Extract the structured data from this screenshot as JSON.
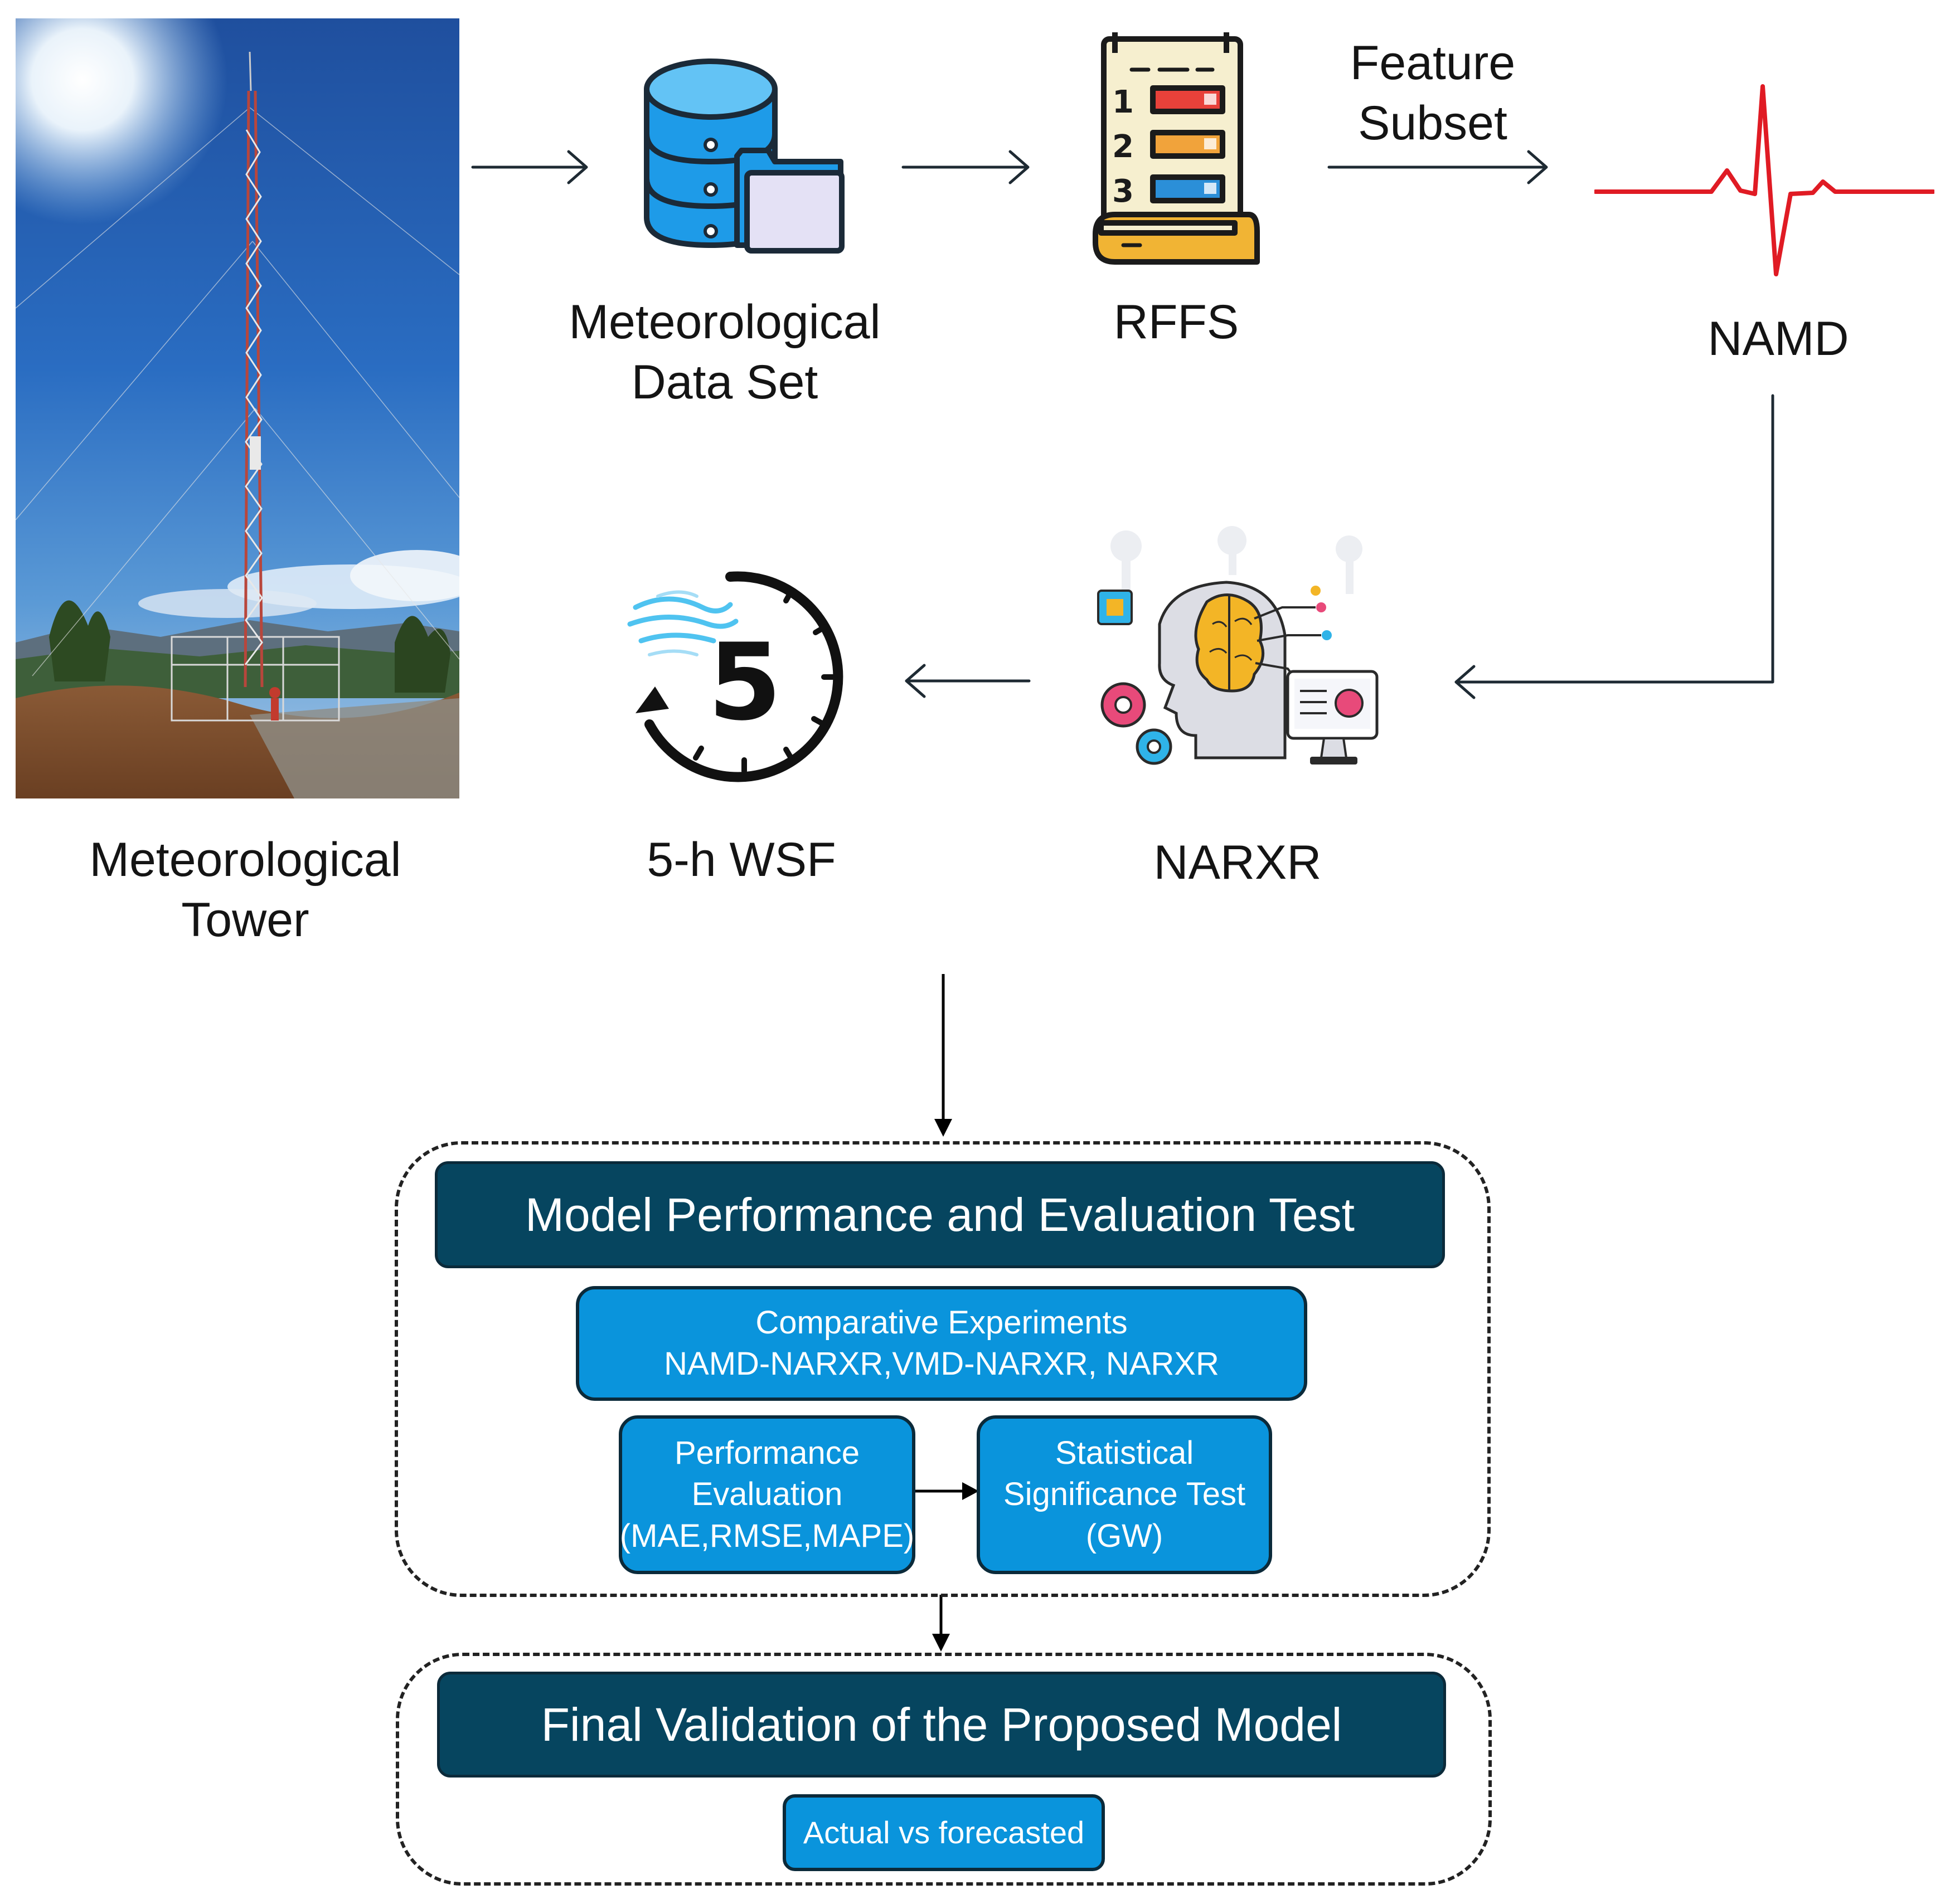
{
  "steps": {
    "tower": "Meteorological Tower",
    "dataset": "Meteorological\nData Set",
    "rffs": "RFFS",
    "feature_subset": "Feature\nSubset",
    "namd": "NAMD",
    "narxr": "NARXR",
    "wsf": "5-h WSF"
  },
  "icons": {
    "tower_photo": "meteorological-tower-photo",
    "database": "database-folder-icon",
    "ranking": "ranked-list-icon",
    "signal": "heartbeat-signal-icon",
    "ai": "ai-head-brain-icon",
    "clock": "five-hour-clock-wind-icon"
  },
  "clock_number": "5",
  "rank_digits": [
    "1",
    "2",
    "3"
  ],
  "evaluation": {
    "title": "Model Performance and Evaluation Test",
    "comparative": {
      "line1": "Comparative Experiments",
      "line2": "NAMD-NARXR,VMD-NARXR, NARXR"
    },
    "performance": {
      "line1": "Performance",
      "line2": "Evaluation",
      "line3": "(MAE,RMSE,MAPE)"
    },
    "significance": {
      "line1": "Statistical",
      "line2": "Significance Test",
      "line3": "(GW)"
    }
  },
  "validation": {
    "title": "Final Validation of the Proposed Model",
    "actual": "Actual vs forecasted"
  },
  "colors": {
    "navy": "#06455f",
    "blue": "#0a94dc",
    "signal_red": "#e01b24",
    "arrow": "#1e2a33"
  }
}
